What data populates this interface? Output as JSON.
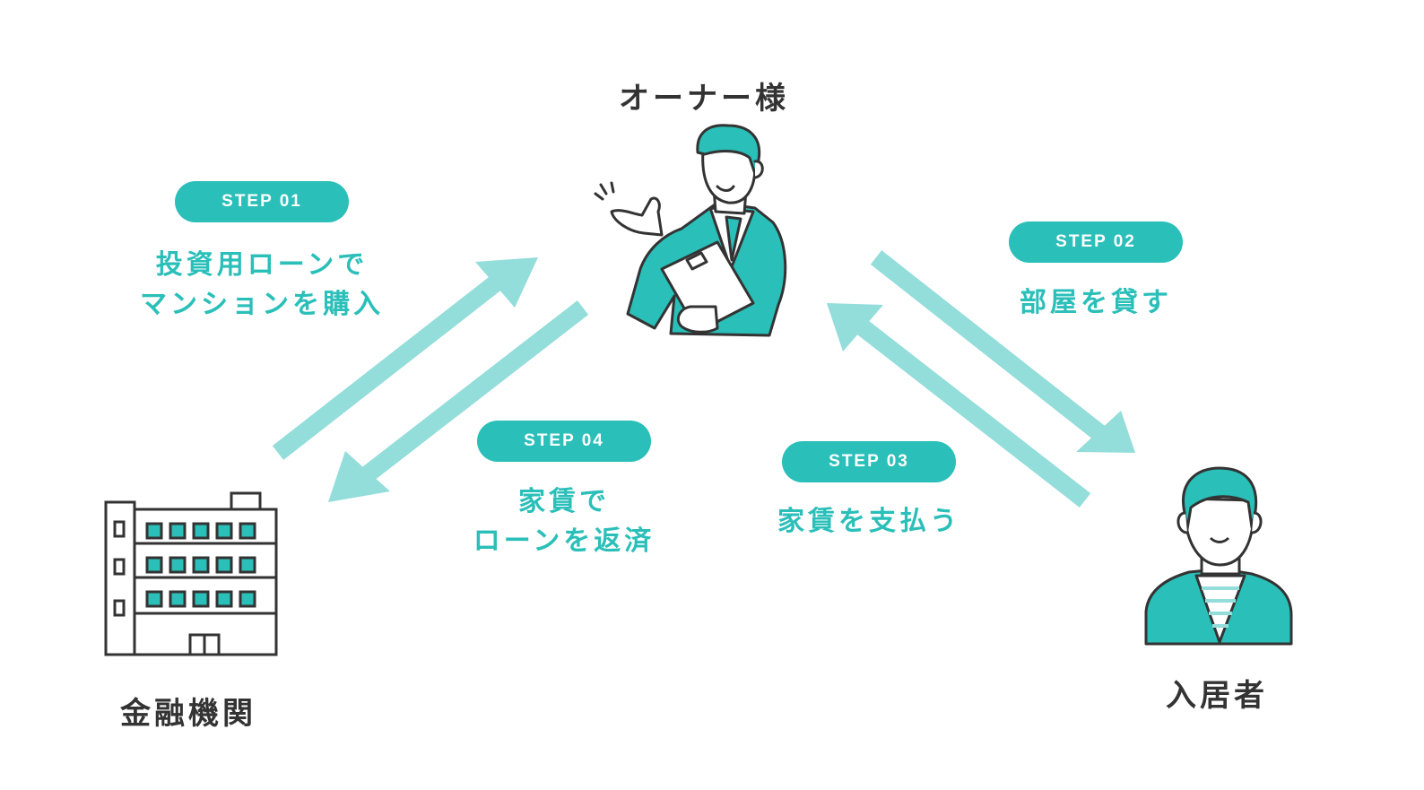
{
  "colors": {
    "accent": "#2ABFB9",
    "arrow": "#93DDDA",
    "text_dark": "#333333",
    "outline": "#333333"
  },
  "actors": {
    "owner": {
      "label": "オーナー様",
      "icon": "businessman-with-clipboard-icon"
    },
    "bank": {
      "label": "金融機関",
      "icon": "apartment-building-icon"
    },
    "tenant": {
      "label": "入居者",
      "icon": "tenant-person-icon"
    }
  },
  "steps": [
    {
      "badge": "STEP 01",
      "lines": [
        "投資用ローンで",
        "マンションを購入"
      ]
    },
    {
      "badge": "STEP 02",
      "lines": [
        "部屋を貸す"
      ]
    },
    {
      "badge": "STEP 03",
      "lines": [
        "家賃を支払う"
      ]
    },
    {
      "badge": "STEP 04",
      "lines": [
        "家賃で",
        "ローンを返済"
      ]
    }
  ]
}
